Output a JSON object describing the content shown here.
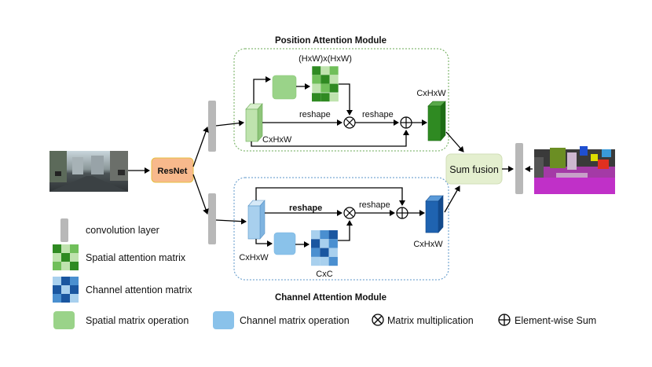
{
  "modules": {
    "position_title": "Position Attention Module",
    "channel_title": "Channel Attention Module"
  },
  "backbone_label": "ResNet",
  "fusion_label": "Sum fusion",
  "dims": {
    "pam_matrix": "(HxW)x(HxW)",
    "pam_feature": "CxHxW",
    "pam_output": "CxHxW",
    "pam_reshape_1": "reshape",
    "pam_reshape_2": "reshape",
    "cam_reshape_1": "reshape",
    "cam_reshape_2": "reshape",
    "cam_feature": "CxHxW",
    "cam_output": "CxHxW",
    "cam_matrix": "CxC"
  },
  "legend": {
    "conv": "convolution layer",
    "spatial_matrix": "Spatial attention matrix",
    "channel_matrix": "Channel attention matrix",
    "spatial_op": "Spatial matrix operation",
    "channel_op": "Channel matrix operation",
    "mult": "Matrix multiplication",
    "sum": "Element-wise Sum"
  },
  "colors": {
    "spatial_light": "#bfe3ae",
    "spatial_mid": "#70bf5a",
    "spatial_dark": "#2f8a22",
    "channel_light": "#a8d0ee",
    "channel_mid": "#4a8fd0",
    "channel_dark": "#1a56a0",
    "resnet": "#f8b98c",
    "fusion": "#e4efcf",
    "conv": "#b8b8b8"
  }
}
